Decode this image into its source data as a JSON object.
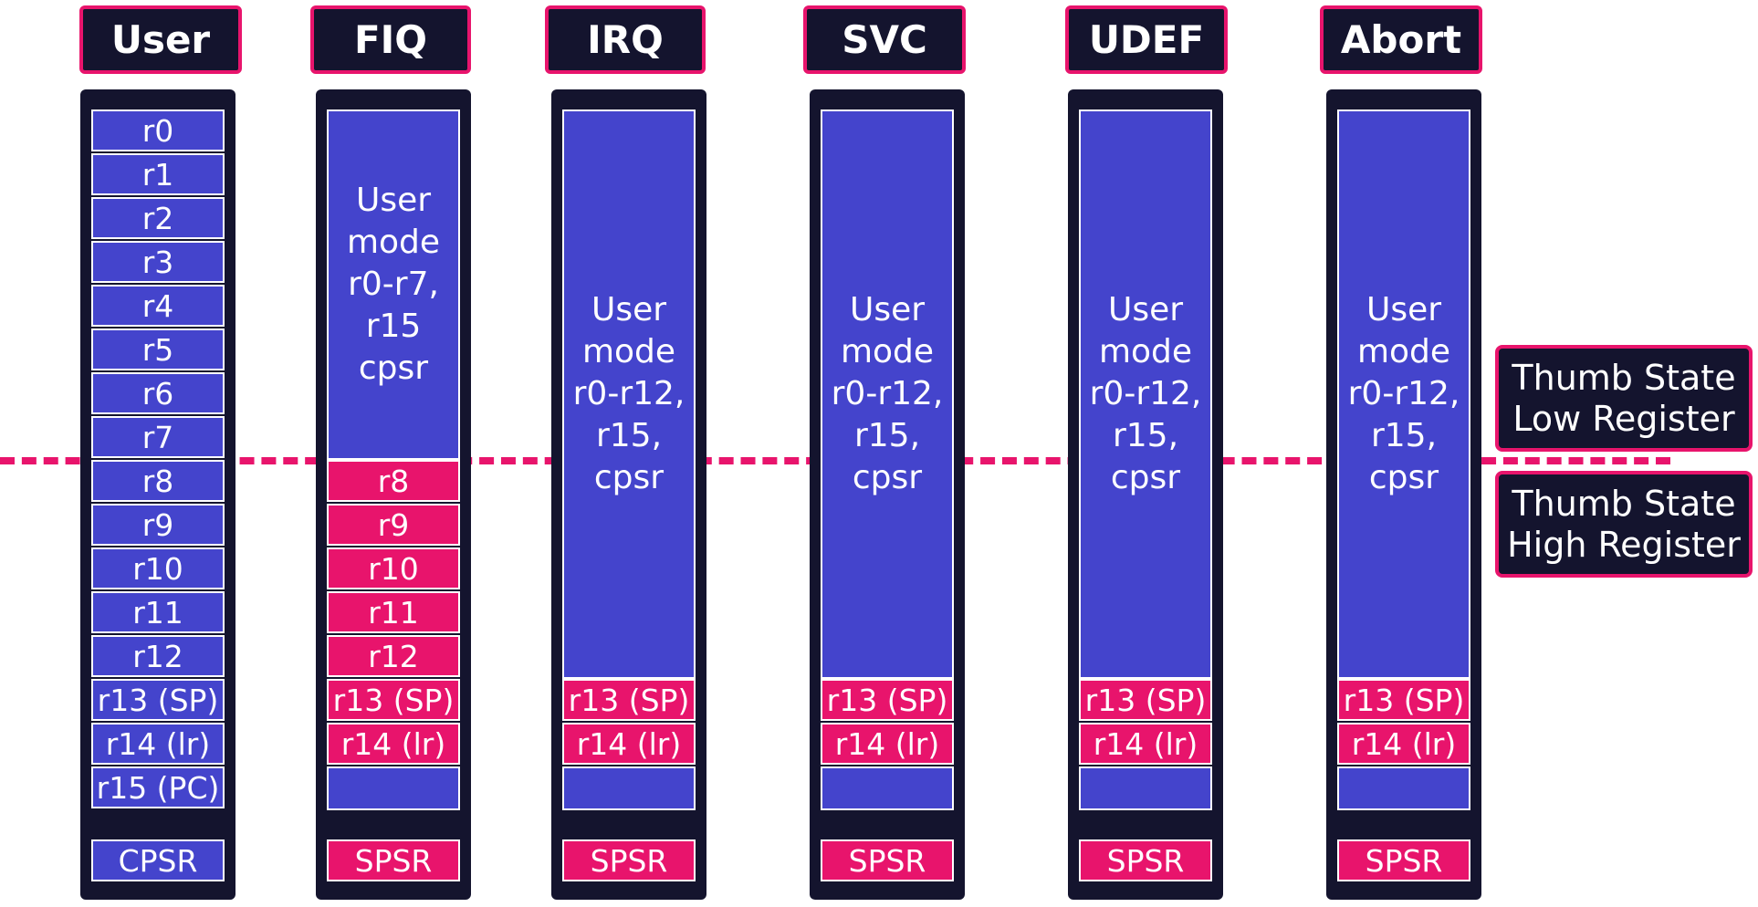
{
  "modes": [
    {
      "name": "User",
      "registers": [
        {
          "label": "r0",
          "banked": false
        },
        {
          "label": "r1",
          "banked": false
        },
        {
          "label": "r2",
          "banked": false
        },
        {
          "label": "r3",
          "banked": false
        },
        {
          "label": "r4",
          "banked": false
        },
        {
          "label": "r5",
          "banked": false
        },
        {
          "label": "r6",
          "banked": false
        },
        {
          "label": "r7",
          "banked": false
        },
        {
          "label": "r8",
          "banked": false
        },
        {
          "label": "r9",
          "banked": false
        },
        {
          "label": "r10",
          "banked": false
        },
        {
          "label": "r11",
          "banked": false
        },
        {
          "label": "r12",
          "banked": false
        },
        {
          "label": "r13 (SP)",
          "banked": false
        },
        {
          "label": "r14 (lr)",
          "banked": false
        },
        {
          "label": "r15 (PC)",
          "banked": false
        }
      ],
      "status": {
        "label": "CPSR",
        "banked": false
      }
    },
    {
      "name": "FIQ",
      "shared": [
        "User",
        "mode",
        "r0-r7,",
        "r15",
        "cpsr"
      ],
      "banked_from": 8,
      "banked": [
        "r8",
        "r9",
        "r10",
        "r11",
        "r12",
        "r13 (SP)",
        "r14 (lr)"
      ],
      "status": {
        "label": "SPSR",
        "banked": true
      }
    },
    {
      "name": "IRQ",
      "shared": [
        "User",
        "mode",
        "r0-r12,",
        "r15,",
        "cpsr"
      ],
      "banked_from": 13,
      "banked": [
        "r13 (SP)",
        "r14 (lr)"
      ],
      "status": {
        "label": "SPSR",
        "banked": true
      }
    },
    {
      "name": "SVC",
      "shared": [
        "User",
        "mode",
        "r0-r12,",
        "r15,",
        "cpsr"
      ],
      "banked_from": 13,
      "banked": [
        "r13 (SP)",
        "r14 (lr)"
      ],
      "status": {
        "label": "SPSR",
        "banked": true
      }
    },
    {
      "name": "UDEF",
      "shared": [
        "User",
        "mode",
        "r0-r12,",
        "r15,",
        "cpsr"
      ],
      "banked_from": 13,
      "banked": [
        "r13 (SP)",
        "r14 (lr)"
      ],
      "status": {
        "label": "SPSR",
        "banked": true
      }
    },
    {
      "name": "Abort",
      "shared": [
        "User",
        "mode",
        "r0-r12,",
        "r15,",
        "cpsr"
      ],
      "banked_from": 13,
      "banked": [
        "r13 (SP)",
        "r14 (lr)"
      ],
      "status": {
        "label": "SPSR",
        "banked": true
      }
    }
  ],
  "thumb_labels": {
    "low": [
      "Thumb State",
      "Low Register"
    ],
    "high": [
      "Thumb State",
      "High Register"
    ]
  },
  "colors": {
    "column_bg": "#14142e",
    "register": "#4444cc",
    "banked_register": "#e8146c",
    "accent": "#e8146c"
  }
}
